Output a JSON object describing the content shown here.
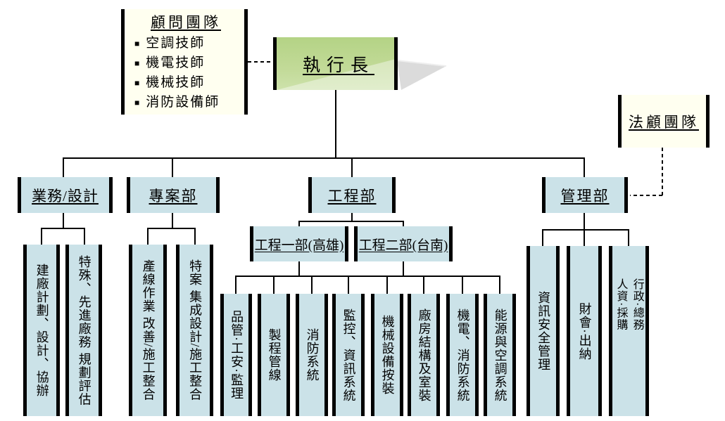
{
  "chart_data": {
    "type": "org-chart",
    "title": "執行長",
    "root": "執行長",
    "staff_units": [
      {
        "name": "顧問團隊",
        "members": [
          "空調技師",
          "機電技師",
          "機械技師",
          "消防設備師"
        ],
        "link": "dashed",
        "attached_to": "執行長"
      },
      {
        "name": "法顧團隊",
        "members": [],
        "link": "dashed",
        "attached_to": "管理部"
      }
    ],
    "departments": [
      {
        "name": "業務/設計",
        "children": [
          "建廠計劃、設計、協辦",
          "特殊、先進廠務 規劃評估"
        ]
      },
      {
        "name": "專案部",
        "children": [
          "產線作業 改善/施工整合",
          "特案 集成設計/施工整合"
        ]
      },
      {
        "name": "工程部",
        "divisions": [
          "工程一部(高雄)",
          "工程二部(台南)"
        ],
        "children": [
          "品管·工安·監理",
          "製程管線",
          "消防系統",
          "監控、資訊系統",
          "機械設備按裝",
          "廠房結構及室裝",
          "機電、消防系統",
          "能源與空調系統"
        ]
      },
      {
        "name": "管理部",
        "children": [
          "資訊安全管理",
          "財會·出納",
          "行政·總務 / 人資·採購"
        ]
      }
    ]
  },
  "advisors": {
    "title": "顧問團隊",
    "bullet": "■",
    "items": [
      "空調技師",
      "機電技師",
      "機械技師",
      "消防設備師"
    ]
  },
  "legal": {
    "title": "法顧團隊"
  },
  "ceo": {
    "title": "執行長"
  },
  "departments": {
    "business": {
      "label": "業務/設計",
      "children": [
        "建廠計劃、設計、協辦",
        "特殊、先進廠務 規劃評估"
      ]
    },
    "project": {
      "label": "專案部",
      "children": [
        "產線作業 改善/施工整合",
        "特案 集成設計/施工整合"
      ]
    },
    "engineering": {
      "label": "工程部",
      "divisions": [
        "工程一部(高雄)",
        "工程二部(台南)"
      ],
      "children": [
        "品管·工安·監理",
        "製程管線",
        "消防系統",
        "監控、資訊系統",
        "機械設備按裝",
        "廠房結構及室裝",
        "機電、消防系統",
        "能源與空調系統"
      ]
    },
    "admin": {
      "label": "管理部",
      "children": [
        "資訊安全管理",
        "財會·出納"
      ],
      "dual_child": {
        "col1": "行政·總務",
        "col2": "人資·採購"
      }
    }
  },
  "colors": {
    "box_teal": "#cbe2e8",
    "box_ivory": "#fffff0",
    "ceo_green": "#b8d68a",
    "fold_gray": "#dbdbdb",
    "line_black": "#000000"
  }
}
